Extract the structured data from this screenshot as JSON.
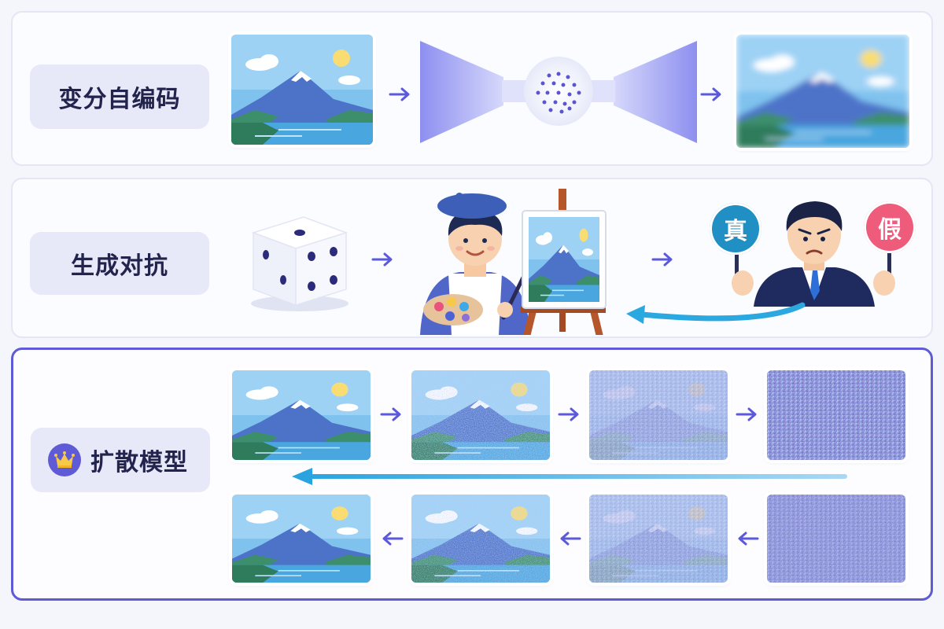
{
  "sections": [
    {
      "id": "vae",
      "label": "变分自编码"
    },
    {
      "id": "gan",
      "label": "生成对抗"
    },
    {
      "id": "diffusion",
      "label": "扩散模型"
    }
  ],
  "gan": {
    "real_sign": "真",
    "fake_sign": "假"
  },
  "colors": {
    "accent": "#5f5bd6",
    "arrow": "#5b59dc",
    "feedback_arrow": "#2ba8e0",
    "real_sign": "#1f8fc4",
    "fake_sign": "#ef5b7a"
  },
  "icons": [
    "crown-icon",
    "dice-icon",
    "painter-icon",
    "judge-icon",
    "easel-icon",
    "latent-space-icon"
  ]
}
